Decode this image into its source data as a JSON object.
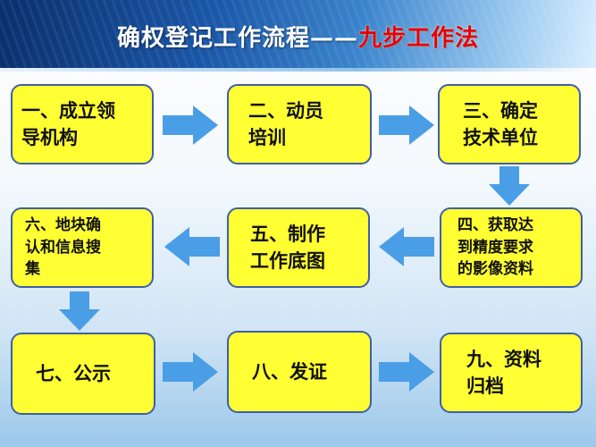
{
  "slide": {
    "title_main": "确权登记工作流程——",
    "title_highlight": "九步工作法"
  },
  "steps": [
    {
      "label": "一、成立领\n导机构"
    },
    {
      "label": "二、动员\n培训"
    },
    {
      "label": "三、确定\n技术单位"
    },
    {
      "label": "四、获取达\n到精度要求\n的影像资料"
    },
    {
      "label": "五、制作\n工作底图"
    },
    {
      "label": "六、地块确\n认和信息搜\n集"
    },
    {
      "label": "七、公示"
    },
    {
      "label": "八、发证"
    },
    {
      "label": "九、资料\n归档"
    }
  ],
  "colors": {
    "box_fill": "#ffff33",
    "box_border": "#3f5fa6",
    "arrow": "#4a9ee6",
    "highlight_text": "#e60000"
  }
}
